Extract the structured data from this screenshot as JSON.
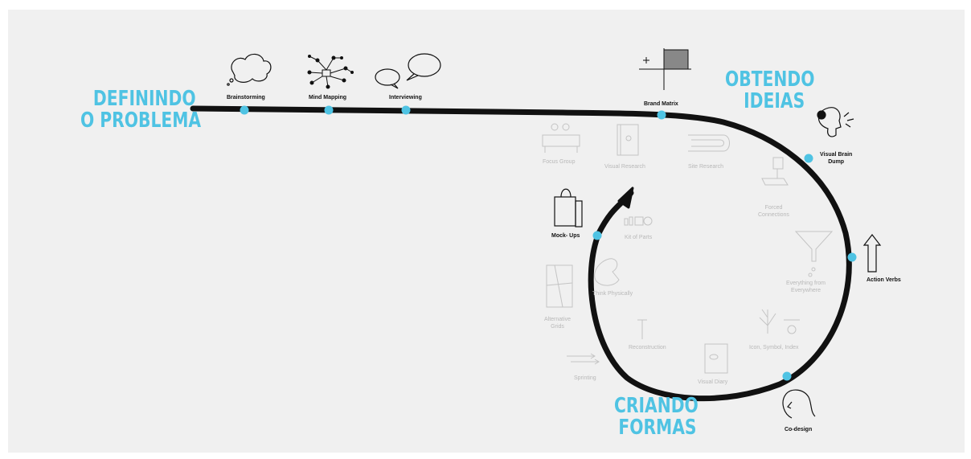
{
  "phases": {
    "defining": [
      "DEFININDO",
      "O PROBLEMA"
    ],
    "ideas": [
      "OBTENDO",
      "IDEIAS"
    ],
    "forms": [
      "CRIANDO",
      "FORMAS"
    ]
  },
  "methods_active": {
    "brainstorming": "Brainstorming",
    "mind_mapping": "Mind Mapping",
    "interviewing": "Interviewing",
    "brand_matrix": "Brand Matrix",
    "visual_brain_dump": [
      "Visual Brain",
      "Dump"
    ],
    "action_verbs": "Action Verbs",
    "co_design": "Co-design",
    "mock_ups": "Mock- Ups"
  },
  "methods_faded": {
    "focus_group": "Focus Group",
    "visual_research": "Visual  Research",
    "site_research": "Site Research",
    "forced_connections": [
      "Forced",
      "Connections"
    ],
    "everything_from_everywhere": [
      "Everything from",
      "Everywhere"
    ],
    "icon_symbol_index": "Icon,  Symbol,  Index",
    "visual_diary": "Visual Diary",
    "reconstruction": "Reconstruction",
    "sprinting": "Sprinting",
    "think_physically": "Think  Physically",
    "kit_of_parts": "Kit of Parts",
    "alternative_grids": [
      "Alternative",
      "Grids"
    ]
  },
  "colors": {
    "accent": "#4fc3e3",
    "path": "#111111",
    "faded": "#b8b8b8",
    "background": "#f0f0f0"
  }
}
